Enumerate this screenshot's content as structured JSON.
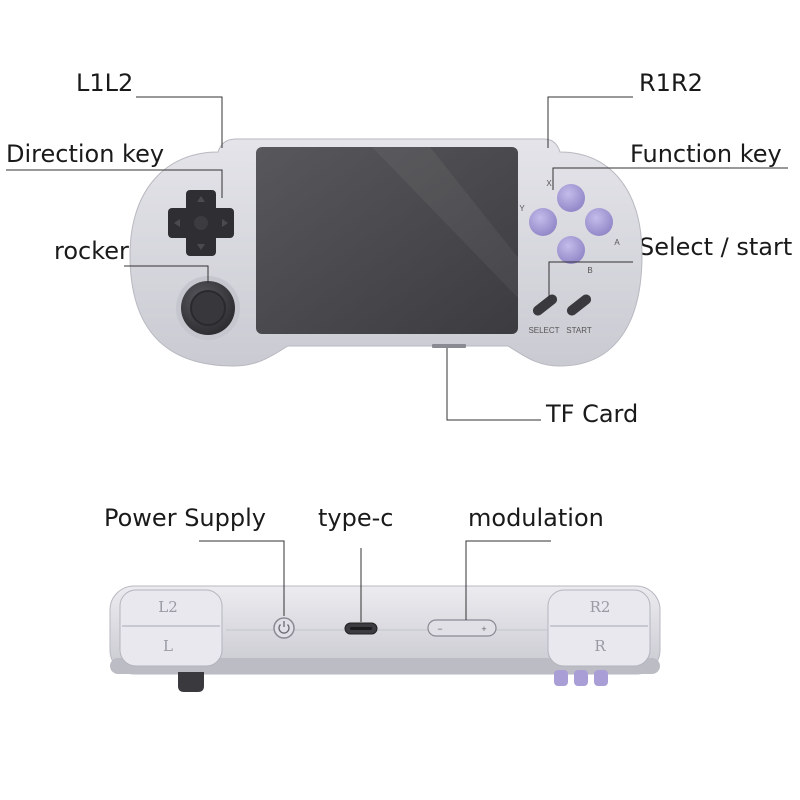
{
  "front": {
    "callouts": {
      "l1l2": "L1L2",
      "r1r2": "R1R2",
      "direction_key": "Direction key",
      "function_key": "Function key",
      "rocker": "rocker",
      "select_start": "Select / start",
      "tf_card": "TF Card"
    },
    "face_buttons": {
      "x": "X",
      "y": "Y",
      "a": "A",
      "b": "B"
    },
    "small_buttons": {
      "select": "SELECT",
      "start": "START"
    }
  },
  "top": {
    "callouts": {
      "power_supply": "Power Supply",
      "type_c": "type-c",
      "modulation": "modulation"
    },
    "shoulder_labels": {
      "l2": "L2",
      "l1": "L",
      "r2": "R2",
      "r1": "R"
    },
    "volume_signs": {
      "minus": "−",
      "plus": "+"
    }
  },
  "colors": {
    "shell": "#d6d6dc",
    "screen": "#4a4a4e",
    "face_button": "#a99fd6",
    "dark_control": "#3a3a3e",
    "callout_line": "#333333"
  }
}
